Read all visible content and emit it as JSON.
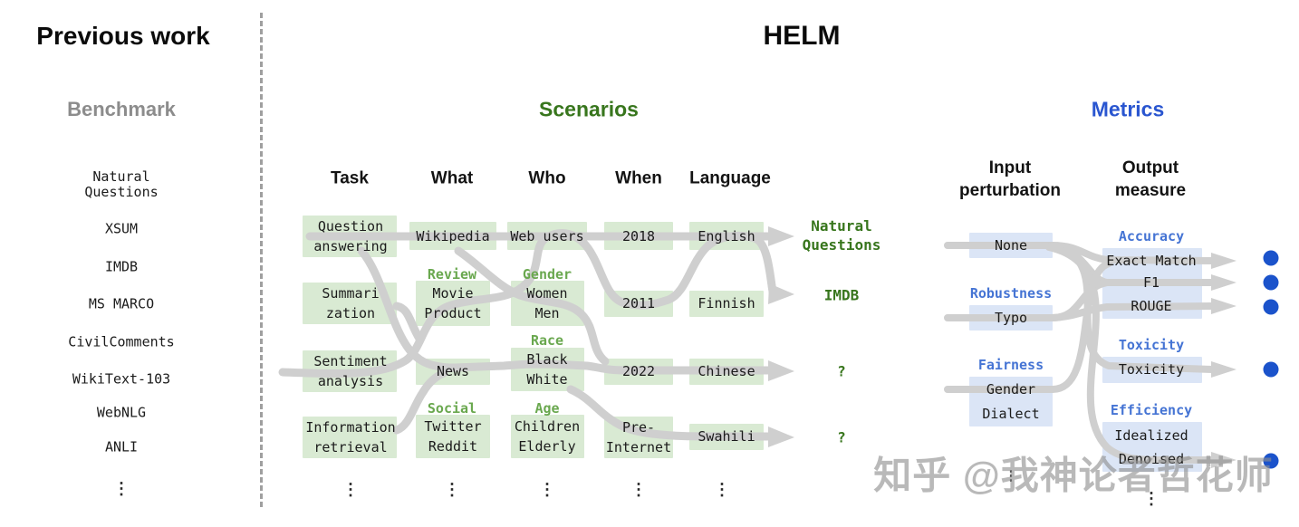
{
  "ui": {
    "ellipsis": "⋮"
  },
  "watermark": {
    "text": "知乎 @我神论者哲花师"
  },
  "previous_work": {
    "title": "Previous work",
    "column_label": "Benchmark",
    "benchmarks": [
      "Natural\nQuestions",
      "XSUM",
      "IMDB",
      "MS MARCO",
      "CivilComments",
      "WikiText-103",
      "WebNLG",
      "ANLI"
    ]
  },
  "helm": {
    "title": "HELM",
    "scenarios": {
      "heading": "Scenarios",
      "columns": [
        "Task",
        "What",
        "Who",
        "When",
        "Language"
      ],
      "category_labels": {
        "review": "Review",
        "gender": "Gender",
        "race": "Race",
        "social": "Social",
        "age": "Age"
      },
      "boxes": {
        "question_answering": "Question\nanswering",
        "wikipedia": "Wikipedia",
        "web_users": "Web users",
        "year_2018": "2018",
        "english": "English",
        "summarization": "Summari\nzation",
        "movie_product": "Movie\nProduct",
        "women_men": "Women\nMen",
        "year_2011": "2011",
        "finnish": "Finnish",
        "sentiment_analysis": "Sentiment\nanalysis",
        "news": "News",
        "black_white": "Black\nWhite",
        "year_2022": "2022",
        "chinese": "Chinese",
        "information_retrieval": "Information\nretrieval",
        "twitter_reddit": "Twitter\nReddit",
        "children_elderly": "Children\nElderly",
        "pre_internet": "Pre-\nInternet",
        "swahili": "Swahili"
      },
      "outputs": [
        "Natural\nQuestions",
        "IMDB",
        "?",
        "?"
      ]
    },
    "metrics": {
      "heading": "Metrics",
      "columns": [
        "Input\nperturbation",
        "Output\nmeasure"
      ],
      "category_labels": {
        "robustness": "Robustness",
        "fairness": "Fairness",
        "accuracy": "Accuracy",
        "toxicity": "Toxicity",
        "efficiency": "Efficiency"
      },
      "input_boxes": {
        "none": "None",
        "typo": "Typo",
        "gender": "Gender",
        "dialect": "Dialect"
      },
      "output_boxes": {
        "exact_match": "Exact Match",
        "f1": "F1",
        "rouge": "ROUGE",
        "toxicity": "Toxicity",
        "idealized": "Idealized",
        "denoised": "Denoised"
      }
    }
  },
  "colors": {
    "scenario_green": "#38761d",
    "category_label_green": "#6aa84f",
    "scenario_box_green": "#d9ead3",
    "metrics_blue": "#2a56d0",
    "category_label_blue": "#4574d4",
    "metrics_box_blue": "#dbe5f6",
    "dot_blue": "#1b53cb",
    "flow_line_gray": "#cfcfcf"
  }
}
